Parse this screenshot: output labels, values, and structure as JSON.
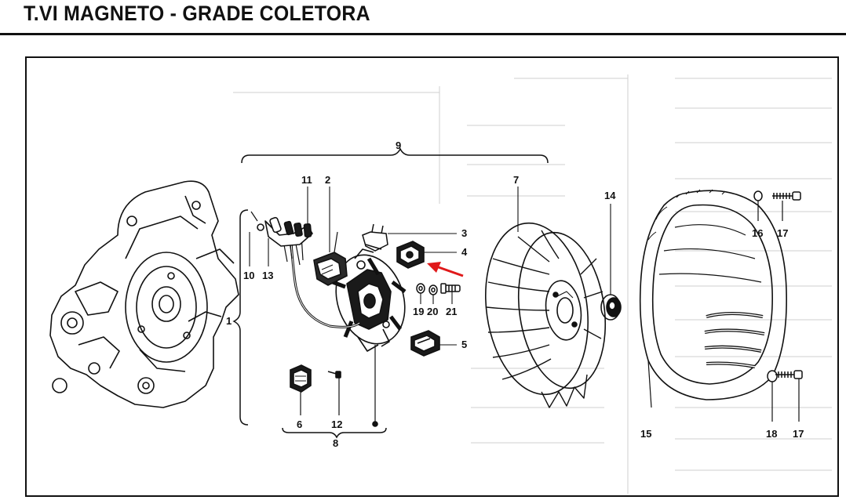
{
  "header": {
    "title": "T.VI MAGNETO - GRADE COLETORA"
  },
  "callouts": {
    "c1": "1",
    "c2": "2",
    "c3": "3",
    "c4": "4",
    "c5": "5",
    "c6": "6",
    "c7": "7",
    "c8": "8",
    "c9": "9",
    "c10": "10",
    "c11": "11",
    "c12": "12",
    "c13": "13",
    "c14": "14",
    "c15": "15",
    "c16": "16",
    "c17a": "17",
    "c17b": "17",
    "c18": "18",
    "c19": "19",
    "c20": "20",
    "c21": "21"
  },
  "colors": {
    "ink": "#111111",
    "arrow": "#e0191a",
    "bleed": "#c8c8c8"
  }
}
